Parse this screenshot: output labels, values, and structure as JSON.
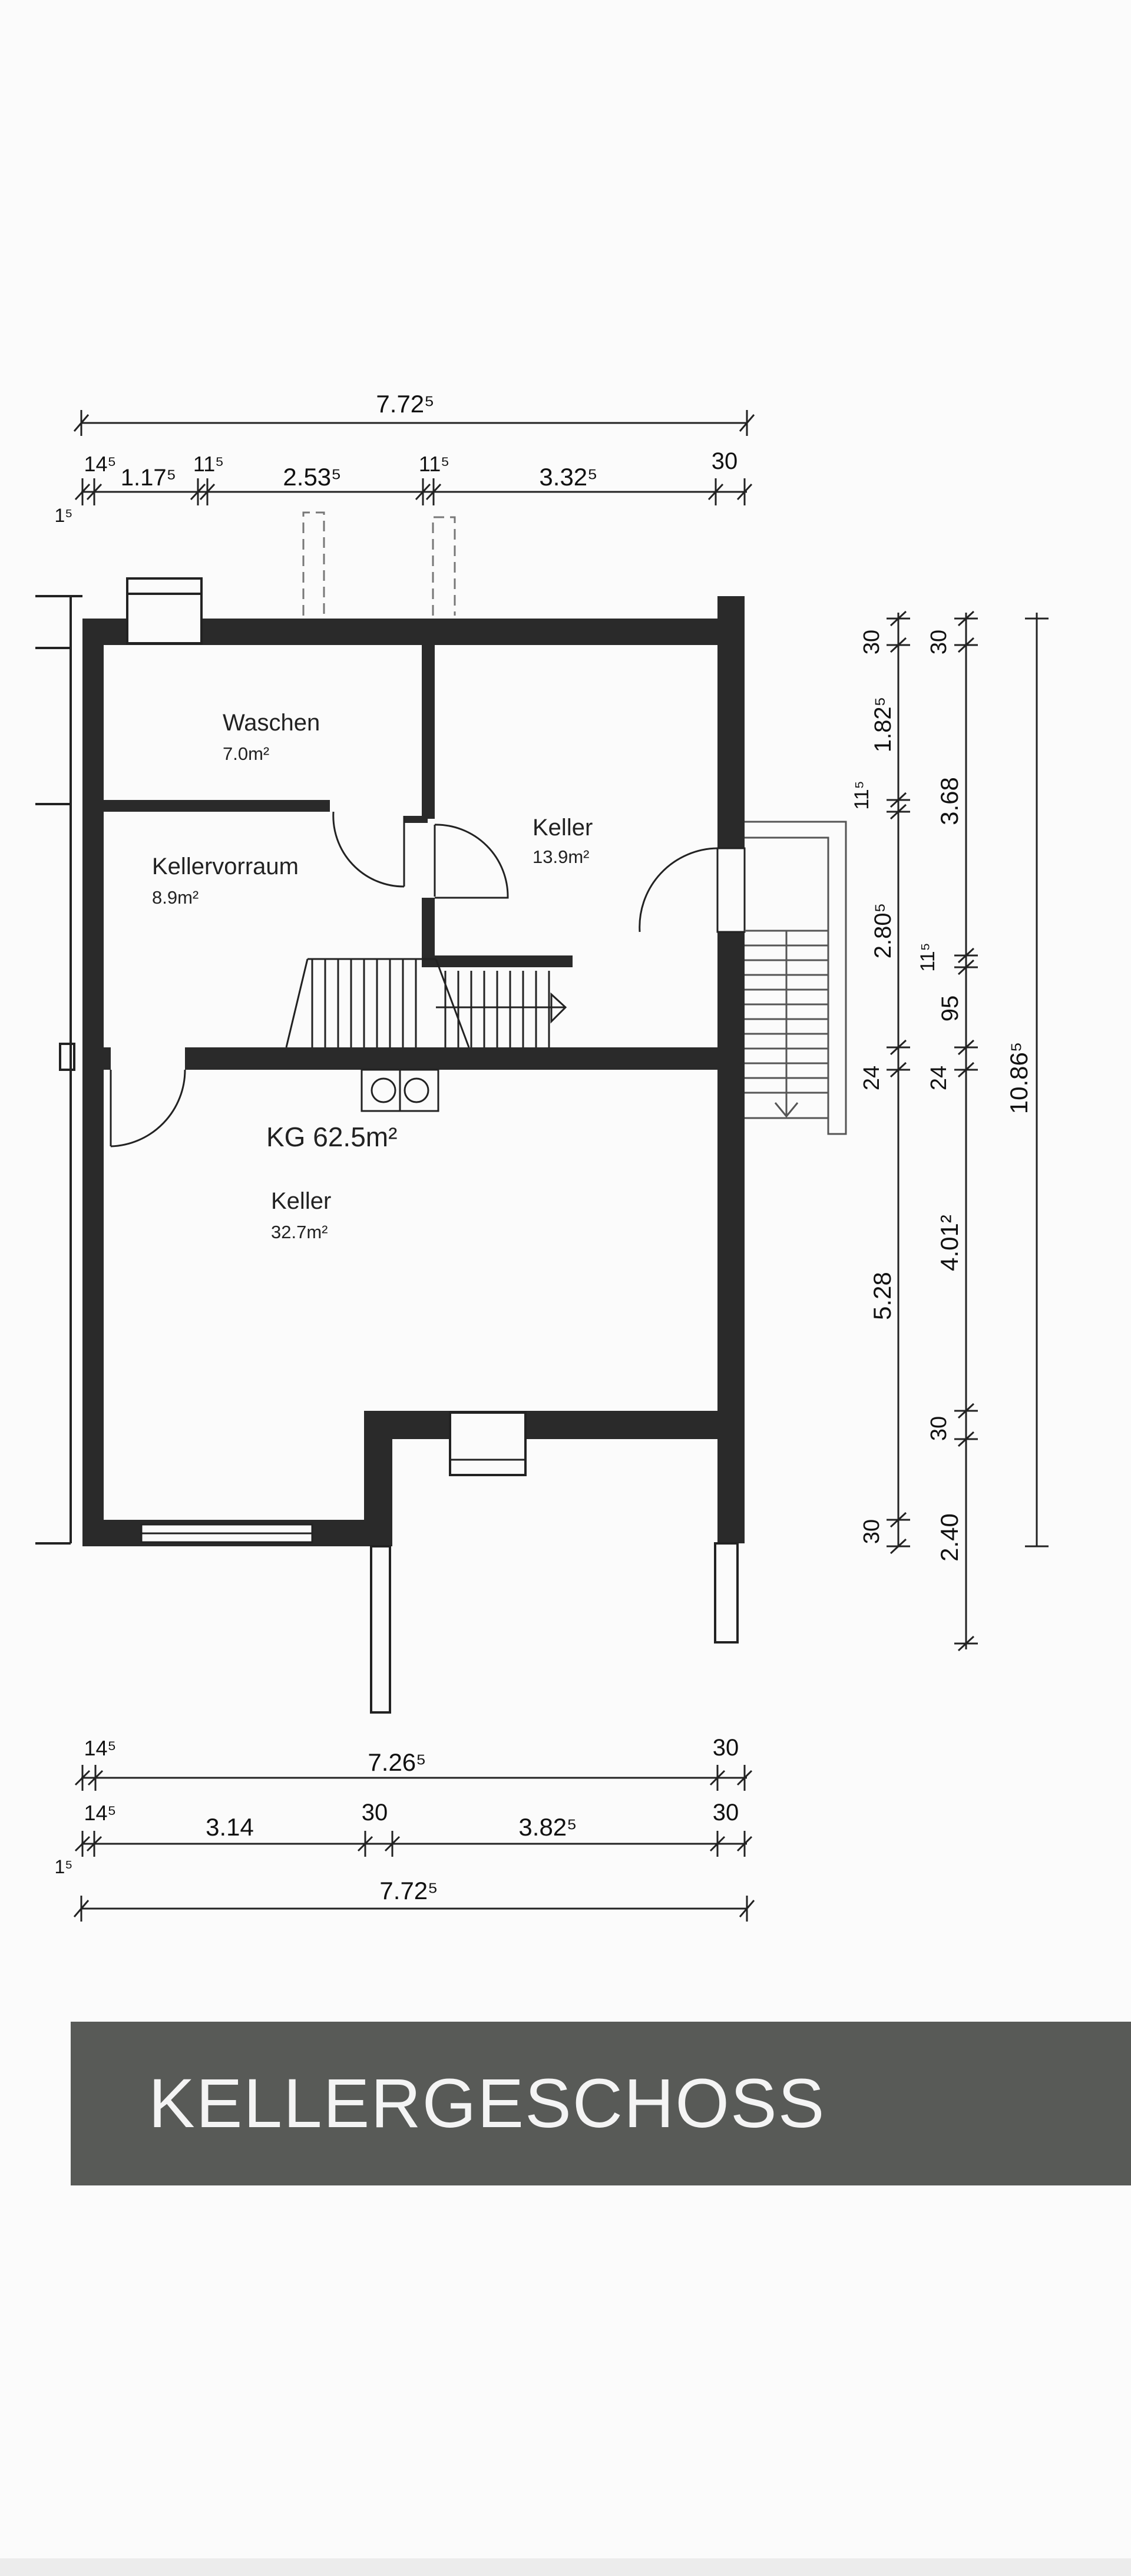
{
  "drawing": {
    "rooms": [
      {
        "name": "Waschen",
        "area": "7.0m²"
      },
      {
        "name": "Kellervorraum",
        "area": "8.9m²"
      },
      {
        "name": "Keller",
        "area": "13.9m²"
      },
      {
        "name": "Keller",
        "area": "32.7m²"
      }
    ],
    "floor_area": "KG 62.5m²",
    "dims_top": {
      "overall": "7.72⁵",
      "segments": [
        "1⁵",
        "14⁵",
        "1.17⁵",
        "11⁵",
        "2.53⁵",
        "11⁵",
        "3.32⁵",
        "30"
      ]
    },
    "dims_bottom": {
      "row1": [
        "14⁵",
        "7.26⁵",
        "30"
      ],
      "row2": [
        "1⁵",
        "14⁵",
        "3.14",
        "30",
        "3.82⁵",
        "30"
      ],
      "overall": "7.72⁵"
    },
    "dims_right": {
      "col1": [
        "30",
        "1.82⁵",
        "11⁵",
        "2.80⁵",
        "24",
        "5.28",
        "30"
      ],
      "col2": [
        "30",
        "3.68",
        "11⁵",
        "95",
        "24",
        "4.01²",
        "30",
        "2.40"
      ],
      "col3": [
        "10.86⁵"
      ]
    }
  },
  "banner": {
    "title": "KELLERGESCHOSS"
  },
  "colors": {
    "wall": "#2a2a2a",
    "banner": "#585a57",
    "background": "#fbfbfb"
  }
}
